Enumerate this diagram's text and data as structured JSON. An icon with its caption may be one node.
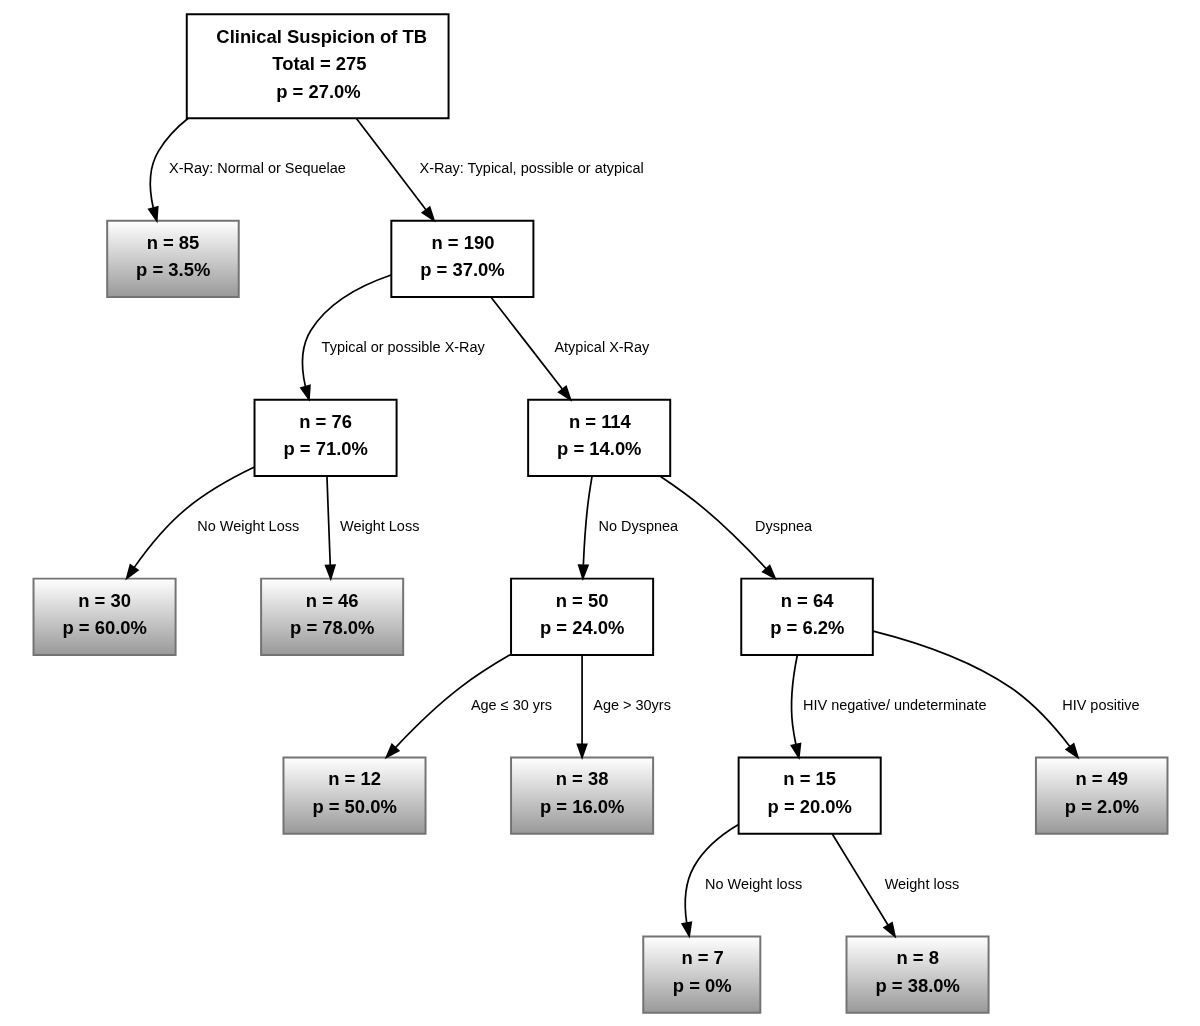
{
  "diagram": {
    "nodes": [
      {
        "text": [
          "Clinical Suspicion of TB",
          "Total = 275",
          "p = 27.0%"
        ]
      },
      {
        "text": [
          "n = 85",
          "p = 3.5%"
        ]
      },
      {
        "text": [
          "n = 190",
          "p = 37.0%"
        ]
      },
      {
        "text": [
          "n = 76",
          "p = 71.0%"
        ]
      },
      {
        "text": [
          "n = 114",
          "p = 14.0%"
        ]
      },
      {
        "text": [
          "n = 30",
          "p = 60.0%"
        ]
      },
      {
        "text": [
          "n = 46",
          "p = 78.0%"
        ]
      },
      {
        "text": [
          "n = 50",
          "p = 24.0%"
        ]
      },
      {
        "text": [
          "n = 64",
          "p = 6.2%"
        ]
      },
      {
        "text": [
          "n = 12",
          "p = 50.0%"
        ]
      },
      {
        "text": [
          "n = 38",
          "p = 16.0%"
        ]
      },
      {
        "text": [
          "n = 15",
          "p = 20.0%"
        ]
      },
      {
        "text": [
          "n = 49",
          "p = 2.0%"
        ]
      },
      {
        "text": [
          "n = 7",
          "p = 0%"
        ]
      },
      {
        "text": [
          "n = 8",
          "p = 38.0%"
        ]
      }
    ],
    "edges": [
      {
        "from": 0,
        "to": 1,
        "arrow": "to",
        "label": "X-Ray: Normal or Sequelae"
      },
      {
        "from": 0,
        "to": 2,
        "arrow": "to",
        "label": "X-Ray: Typical, possible or atypical"
      },
      {
        "from": 2,
        "to": 3,
        "arrow": "to",
        "label": "Typical or possible X-Ray"
      },
      {
        "from": 2,
        "to": 4,
        "arrow": "to",
        "label": "Atypical X-Ray"
      },
      {
        "from": 3,
        "to": 5,
        "arrow": "to",
        "label": "No Weight Loss"
      },
      {
        "from": 3,
        "to": 6,
        "arrow": "to",
        "label": "Weight Loss"
      },
      {
        "from": 4,
        "to": 7,
        "arrow": "to",
        "label": "No Dyspnea"
      },
      {
        "from": 4,
        "to": 8,
        "arrow": "to",
        "label": "Dyspnea"
      },
      {
        "from": 7,
        "to": 9,
        "arrow": "to",
        "label": "Age ≤ 30 yrs"
      },
      {
        "from": 7,
        "to": 10,
        "arrow": "to",
        "label": "Age > 30yrs"
      },
      {
        "from": 8,
        "to": 11,
        "arrow": "to",
        "label": "HIV negative/ undeterminate"
      },
      {
        "from": 8,
        "to": 12,
        "arrow": "to",
        "label": "HIV positive"
      },
      {
        "from": 11,
        "to": 13,
        "arrow": "to",
        "label": "No Weight loss"
      },
      {
        "from": 11,
        "to": 14,
        "arrow": "to",
        "label": "Weight loss"
      }
    ]
  }
}
